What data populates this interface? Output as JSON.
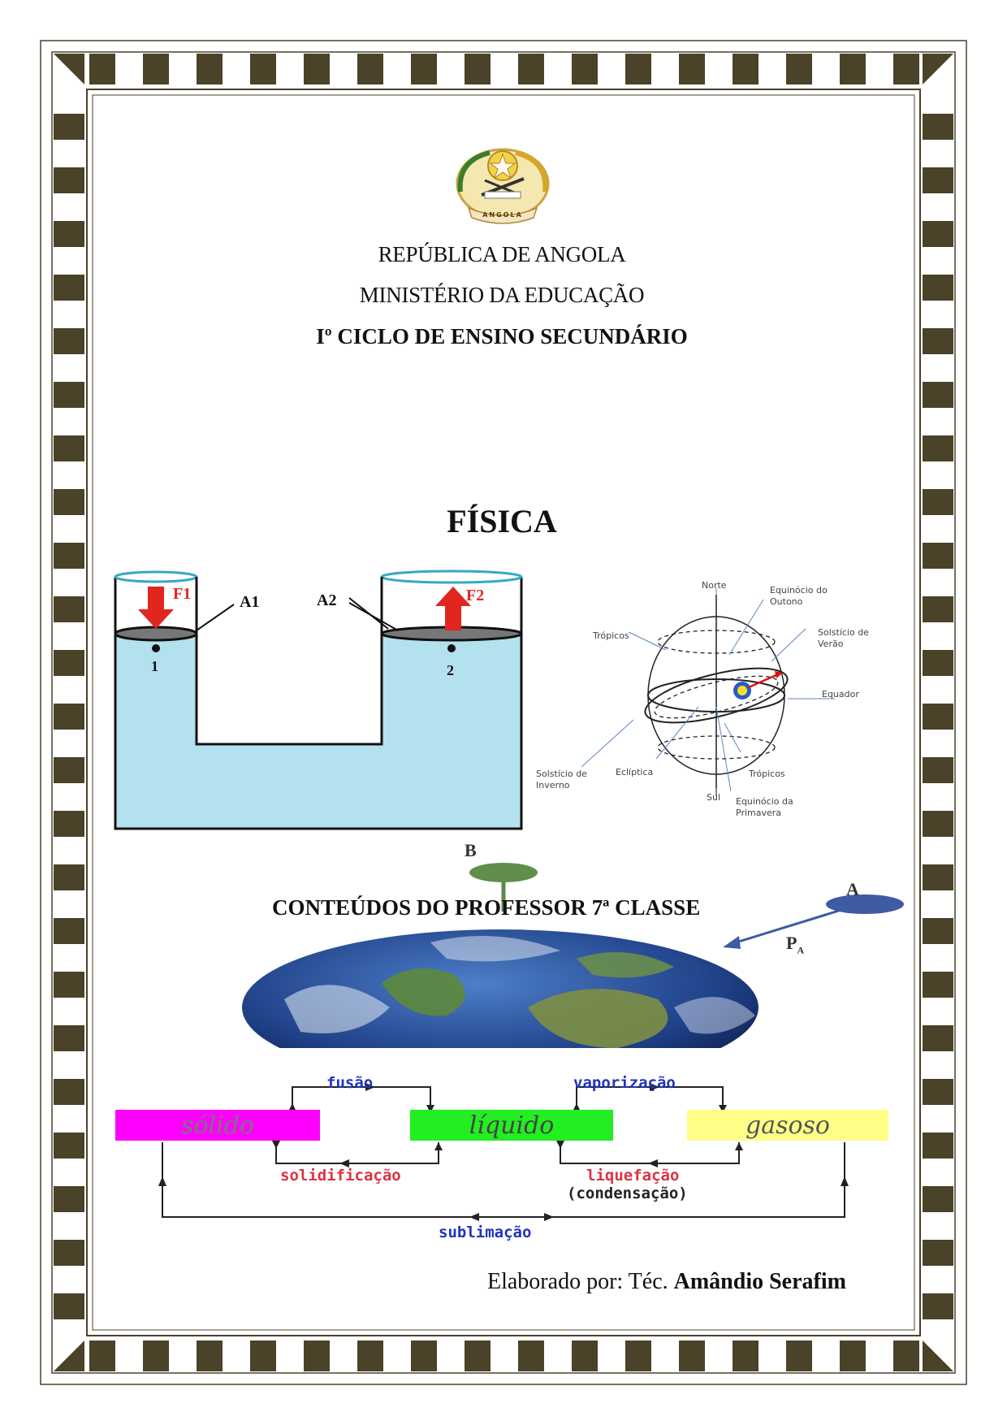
{
  "header": {
    "line1": "REPÚBLICA DE ANGOLA",
    "line2": "MINISTÉRIO DA EDUCAÇÃO",
    "line3": "Iº CICLO DE ENSINO SECUNDÁRIO"
  },
  "emblem": {
    "ribbon_text": "ANGOLA",
    "icon": "angola-coat-of-arms"
  },
  "title": "FÍSICA",
  "hydraulic_press": {
    "force_left": "F1",
    "force_right": "F2",
    "area_left": "A1",
    "area_right": "A2",
    "point_left": "1",
    "point_right": "2",
    "colors": {
      "fluid": "#b4e1ee",
      "arrow": "#e0261f"
    }
  },
  "celestial_sphere": {
    "labels": {
      "north": "Norte",
      "autumn_equinox": "Equinócio do Outono",
      "tropics_top": "Trópicos",
      "summer_solstice": "Solstício de Verão",
      "equator": "Equador",
      "winter_solstice": "Solstício de Inverno",
      "ecliptic": "Eclíptica",
      "tropics_bottom": "Trópicos",
      "south": "Sul",
      "spring_equinox": "Equinócio da Primavera"
    }
  },
  "subtitle": "CONTEÚDOS DO PROFESSOR 7ª CLASSE",
  "gravity": {
    "body_b": "B",
    "body_a": "A",
    "weight_vector": "P",
    "weight_subscript": "A"
  },
  "states_of_matter": {
    "states": {
      "solid": {
        "label": "sólido",
        "color": "#ff00ff"
      },
      "liquid": {
        "label": "líquido",
        "color": "#22ee22"
      },
      "gas": {
        "label": "gasoso",
        "color": "#ffff88"
      }
    },
    "transitions": {
      "fusion": "fusão",
      "vaporization": "vaporização",
      "solidification": "solidificação",
      "liquefaction": "liquefação",
      "condensation": "(condensação)",
      "sublimation": "sublimação"
    },
    "colors": {
      "blue_label": "#2233bb",
      "red_label": "#dd3344",
      "black_label": "#222222"
    }
  },
  "author": {
    "prefix": "Elaborado por: Téc.",
    "name": "Amândio Serafim"
  },
  "theme": {
    "border_dark": "#4a4229"
  }
}
